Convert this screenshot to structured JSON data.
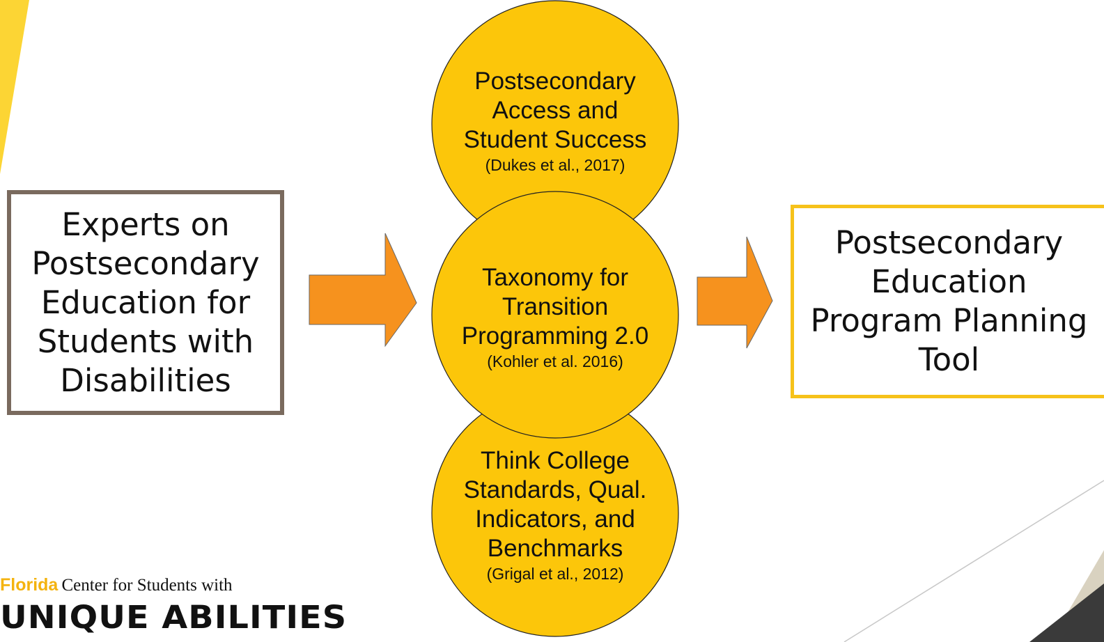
{
  "left_box": {
    "text": "Experts on\nPostsecondary\nEducation for\nStudents with\nDisabilities"
  },
  "circles": [
    {
      "title": "Postsecondary\nAccess and\nStudent Success",
      "citation": "(Dukes et al., 2017)"
    },
    {
      "title": "Taxonomy for\nTransition\nProgramming 2.0",
      "citation": "(Kohler et al. 2016)"
    },
    {
      "title": "Think College\nStandards, Qual.\nIndicators, and\nBenchmarks",
      "citation": "(Grigal et al., 2012)"
    }
  ],
  "right_box": {
    "text": "Postsecondary\nEducation\nProgram Planning\nTool"
  },
  "logo": {
    "brand": "Florida",
    "tagline": "Center for Students with",
    "wordmark": "UNIQUE ABILITIES"
  },
  "colors": {
    "circle_fill": "#fcc60a",
    "arrow_fill": "#f6921e",
    "left_border": "#7a6a5e",
    "right_border": "#f6c21a",
    "accent_yellow": "#fcd534",
    "corner_dark": "#3a3a3a"
  }
}
